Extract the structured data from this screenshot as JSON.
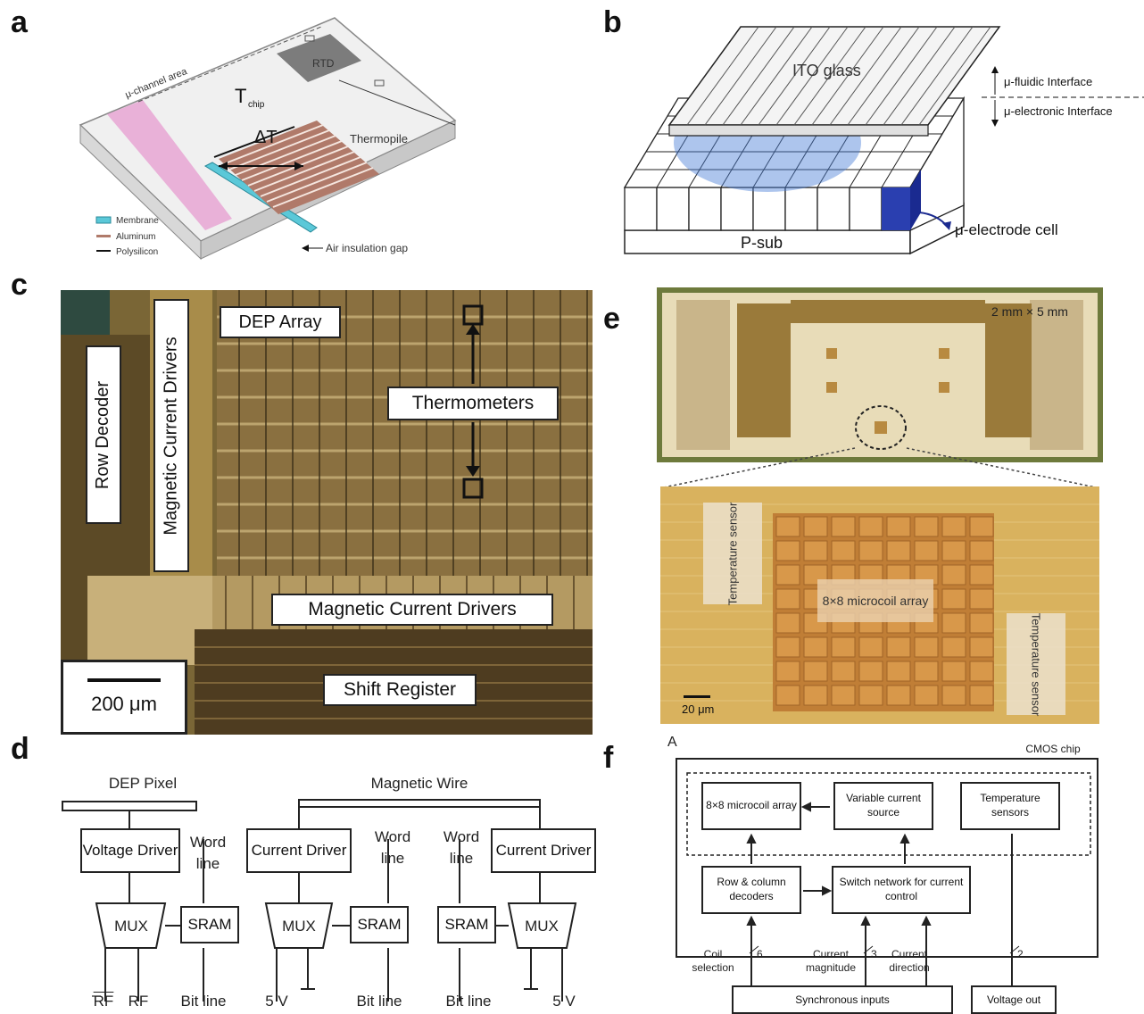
{
  "panels": {
    "a": "a",
    "b": "b",
    "c": "c",
    "d": "d",
    "e": "e",
    "f": "f"
  },
  "a": {
    "channel_label": "μ-channel area",
    "rtd": "RTD",
    "tchip": "T",
    "tchip_sub": "chip",
    "delta_t": "ΔT",
    "thermopile": "Thermopile",
    "legend": [
      "Membrane",
      "Aluminum",
      "Polysilicon"
    ],
    "gap": "Air insulation gap"
  },
  "b": {
    "ito": "ITO glass",
    "fluidic": "μ-fluidic Interface",
    "electronic": "μ-electronic Interface",
    "psub": "P-sub",
    "cell": "μ-electrode cell"
  },
  "c": {
    "dep": "DEP Array",
    "row": "Row Decoder",
    "mag_v": "Magnetic Current Drivers",
    "thermo": "Thermometers",
    "mag_h": "Magnetic Current Drivers",
    "shift": "Shift Register",
    "scale": "200 μm"
  },
  "d": {
    "dep_pixel": "DEP Pixel",
    "mag_wire": "Magnetic Wire",
    "voltage_driver": "Voltage Driver",
    "word_line": "Word line",
    "current_driver": "Current Driver",
    "mux": "MUX",
    "sram": "SRAM",
    "rf_bar": "RF",
    "rf": "RF",
    "bit_line": "Bit line",
    "five_v": "5 V"
  },
  "e": {
    "size": "2 mm × 5 mm",
    "temp1": "Temperature sensor",
    "array": "8×8 microcoil array",
    "temp2": "Temperature sensor",
    "scale": "20 μm"
  },
  "f": {
    "corner": "A",
    "cmos": "CMOS chip",
    "microcoil": "8×8 microcoil array",
    "variable": "Variable current source",
    "temp": "Temperature sensors",
    "rowcol": "Row & column decoders",
    "switch": "Switch network for current control",
    "coil_sel": "Coil selection",
    "cur_mag": "Current magnitude",
    "cur_dir": "Current direction",
    "n6": "6",
    "n3": "3",
    "n2": "2",
    "sync": "Synchronous inputs",
    "vout": "Voltage out"
  },
  "colors": {
    "membrane": "#5bc8d8",
    "aluminum": "#b07a6a",
    "pink": "#e7a6d4",
    "chip": "#8b6a2e",
    "gold": "#d9b25e",
    "coil": "#c8863a"
  }
}
